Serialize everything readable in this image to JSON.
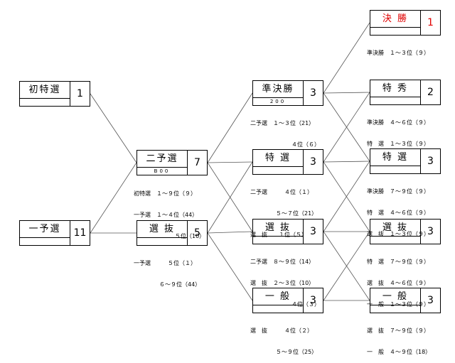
{
  "races": [
    {
      "id": "shotoku",
      "name": "初特選",
      "sub": "",
      "count": "1"
    },
    {
      "id": "ichiyo",
      "name": "一予選",
      "sub": "",
      "count": "11"
    },
    {
      "id": "niyo",
      "name": "二予選",
      "sub": "B00",
      "count": "7"
    },
    {
      "id": "senbatsu1",
      "name": "選 抜",
      "sub": "",
      "count": "5"
    },
    {
      "id": "junkessho",
      "name": "準決勝",
      "sub": "200",
      "count": "3"
    },
    {
      "id": "tokusen",
      "name": "特 選",
      "sub": "",
      "count": "3"
    },
    {
      "id": "senbatsu2",
      "name": "選 抜",
      "sub": "",
      "count": "3"
    },
    {
      "id": "ippan1",
      "name": "一 般",
      "sub": "",
      "count": "3"
    },
    {
      "id": "kessho",
      "name": "決 勝",
      "sub": "",
      "count": "1",
      "highlight": "#e00000"
    },
    {
      "id": "tokushu",
      "name": "特 秀",
      "sub": "",
      "count": "2"
    },
    {
      "id": "tokusen2",
      "name": "特 選",
      "sub": "",
      "count": "3"
    },
    {
      "id": "senbatsu3",
      "name": "選 抜",
      "sub": "",
      "count": "3"
    },
    {
      "id": "ippan2",
      "name": "一 般",
      "sub": "",
      "count": "3"
    }
  ],
  "notes": {
    "niyo": [
      "初特選　１～９位（９）",
      "一予選　１～４位（44）",
      "５位（10）"
    ],
    "senbatsu1": [
      "一予選　　　５位（１）",
      "６～９位（44）"
    ],
    "junkessho": [
      "二予選　１～３位（21）",
      "４位（６）"
    ],
    "tokusen": [
      "二予選　　　４位（１）",
      "５～７位（21）",
      "選　抜　　１位（５）"
    ],
    "senbatsu2": [
      "二予選　８～９位（14）",
      "選　抜　２～３位（10）",
      "４位（３）"
    ],
    "ippan1": [
      "選　抜　　　４位（２）",
      "５～９位（25）"
    ],
    "kessho": [
      "準決勝　１～３位（９）"
    ],
    "tokushu": [
      "準決勝　４～６位（９）",
      "特　選　１～３位（９）"
    ],
    "tokusen2": [
      "準決勝　７～９位（９）",
      "特　選　４～６位（９）",
      "選　抜　１～３位（９）"
    ],
    "senbatsu3": [
      "特　選　７～９位（９）",
      "選　抜　４～６位（９）",
      "一　般　１～３位（９）"
    ],
    "ippan2": [
      "選　抜　７～９位（９）",
      "一　般　４～９位（18）"
    ]
  },
  "connections": [
    [
      "shotoku",
      "niyo"
    ],
    [
      "ichiyo",
      "niyo"
    ],
    [
      "ichiyo",
      "senbatsu1"
    ],
    [
      "niyo",
      "junkessho"
    ],
    [
      "niyo",
      "tokusen"
    ],
    [
      "niyo",
      "senbatsu2"
    ],
    [
      "senbatsu1",
      "tokusen"
    ],
    [
      "senbatsu1",
      "senbatsu2"
    ],
    [
      "senbatsu1",
      "ippan1"
    ],
    [
      "junkessho",
      "kessho"
    ],
    [
      "junkessho",
      "tokushu"
    ],
    [
      "junkessho",
      "tokusen2"
    ],
    [
      "tokusen",
      "tokushu"
    ],
    [
      "tokusen",
      "tokusen2"
    ],
    [
      "tokusen",
      "senbatsu3"
    ],
    [
      "senbatsu2",
      "tokusen2"
    ],
    [
      "senbatsu2",
      "senbatsu3"
    ],
    [
      "senbatsu2",
      "ippan2"
    ],
    [
      "ippan1",
      "senbatsu3"
    ],
    [
      "ippan1",
      "ippan2"
    ]
  ]
}
